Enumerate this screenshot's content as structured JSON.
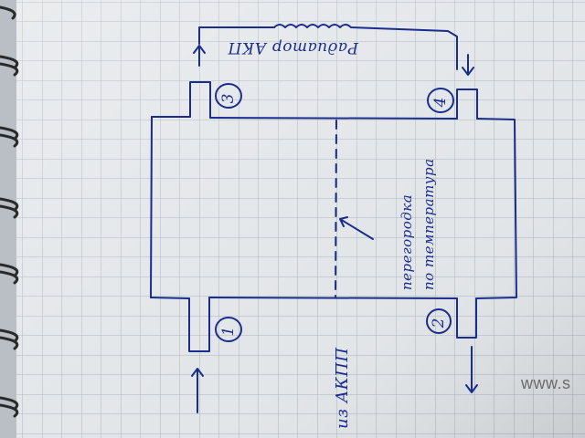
{
  "photo": {
    "subject": "handwritten sketch on graph-paper notebook",
    "colors": {
      "background": "#b9bfc5",
      "paper": "#e3e6e9",
      "grid": "#a9b4bd",
      "ink": "#1a2d8c",
      "spiral": "#2a2a2a"
    }
  },
  "labels": {
    "radiator": "Радиатор АКП",
    "partition_line1": "перегородка",
    "partition_line2": "по температура",
    "from_akpp": "из АКПП"
  },
  "ports": [
    "1",
    "2",
    "3",
    "4"
  ],
  "watermark": "www.s"
}
